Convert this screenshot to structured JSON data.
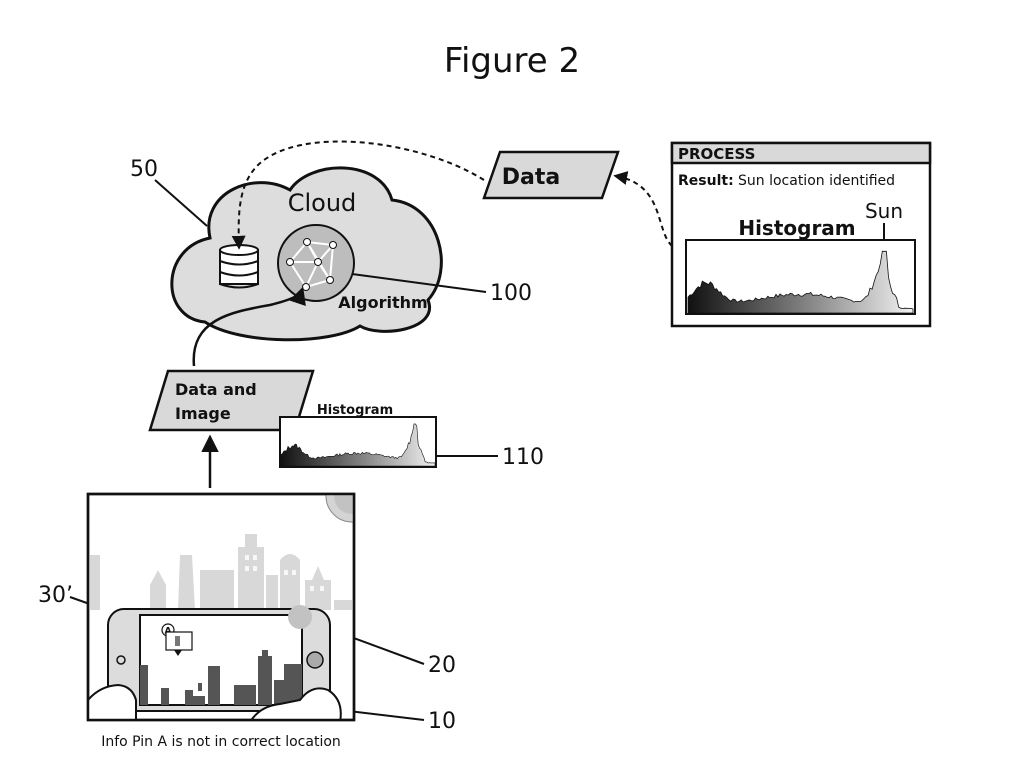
{
  "figure_title": "Figure 2",
  "cloud": {
    "label": "Cloud",
    "algorithm_label": "Algorithm"
  },
  "data_box": {
    "label": "Data"
  },
  "data_image_box": {
    "line1": "Data and",
    "line2": "Image"
  },
  "process_box": {
    "header": "PROCESS",
    "result_label": "Result:",
    "result_text": "Sun location identified",
    "histogram_title": "Histogram",
    "sun_label": "Sun"
  },
  "small_histogram": {
    "title": "Histogram"
  },
  "reference_numerals": {
    "cloud": "50",
    "algorithm": "100",
    "histogram": "110",
    "pin": "30’",
    "phone": "20",
    "scene": "10"
  },
  "pin_label": "A",
  "caption": "Info Pin A is not in correct location",
  "colors": {
    "cloud_fill": "#dddddd",
    "box_fill": "#d9d9d9",
    "stroke": "#111111"
  }
}
